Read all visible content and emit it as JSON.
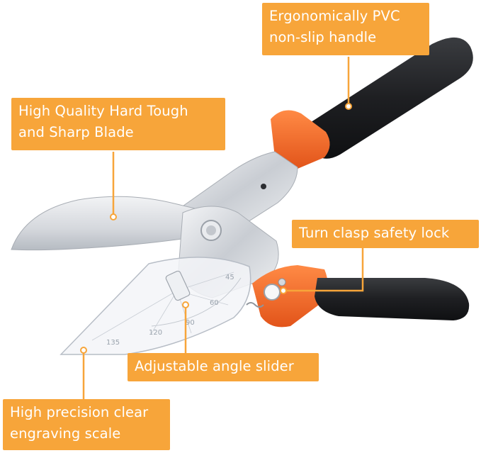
{
  "colors": {
    "accent": "#f7a53a",
    "handle_black": "#1e1f22",
    "handle_orange": "#f06a24",
    "steel": "#d8dbe0"
  },
  "callouts": {
    "handle": {
      "line1": "Ergonomically PVC",
      "line2": "non-slip handle"
    },
    "blade": {
      "line1": "High Quality Hard Tough",
      "line2": "and Sharp Blade"
    },
    "lock": {
      "line1": "Turn clasp safety lock"
    },
    "slider": {
      "line1": "Adjustable angle slider"
    },
    "scale": {
      "line1": "High precision clear",
      "line2": "engraving scale"
    }
  },
  "scale_marks": [
    "45",
    "60",
    "90",
    "120",
    "135"
  ]
}
